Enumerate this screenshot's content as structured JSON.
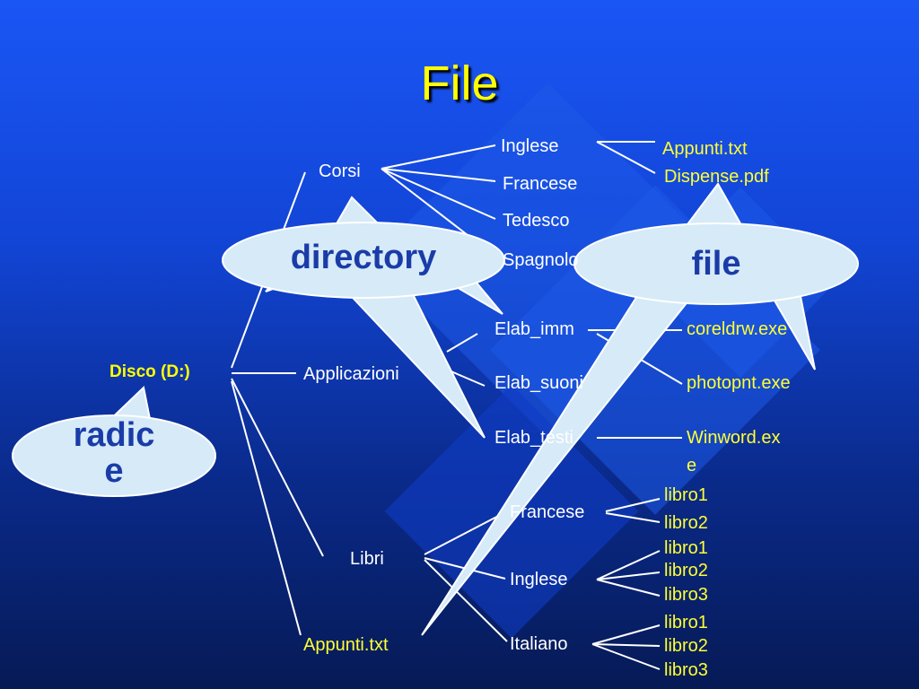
{
  "title": "File",
  "root": "Disco (D:)",
  "nodes": {
    "corsi": "Corsi",
    "applicazioni": "Applicazioni",
    "libri": "Libri",
    "appunti_root": "Appunti.txt",
    "inglese": "Inglese",
    "francese": "Francese",
    "tedesco": "Tedesco",
    "spagnolo": "Spagnolo",
    "elab_imm": "Elab_imm",
    "elab_suoni": "Elab_suoni",
    "elab_testi": "Elab_testi",
    "libri_francese": "Francese",
    "libri_inglese": "Inglese",
    "libri_italiano": "Italiano"
  },
  "files": {
    "appunti_txt": "Appunti.txt",
    "dispense_pdf": "Dispense.pdf",
    "coreldrw_exe": "coreldrw.exe",
    "photopnt_exe": "photopnt.exe",
    "winword_1": "Winword.ex",
    "winword_2": "e",
    "fr_libro1": "libro1",
    "fr_libro2": "libro2",
    "in_libro1": "libro1",
    "in_libro2": "libro2",
    "in_libro3": "libro3",
    "it_libro1": "libro1",
    "it_libro2": "libro2",
    "it_libro3": "libro3"
  },
  "callouts": {
    "directory": "directory",
    "file": "file",
    "radice_1": "radic",
    "radice_2": "e"
  },
  "colors": {
    "title": "#ffff00",
    "file_text": "#ffff33",
    "folder_text": "#ffffff",
    "bubble_fill": "#d6eaf8",
    "bubble_text": "#1a3ca8",
    "background": "#1245d6"
  }
}
